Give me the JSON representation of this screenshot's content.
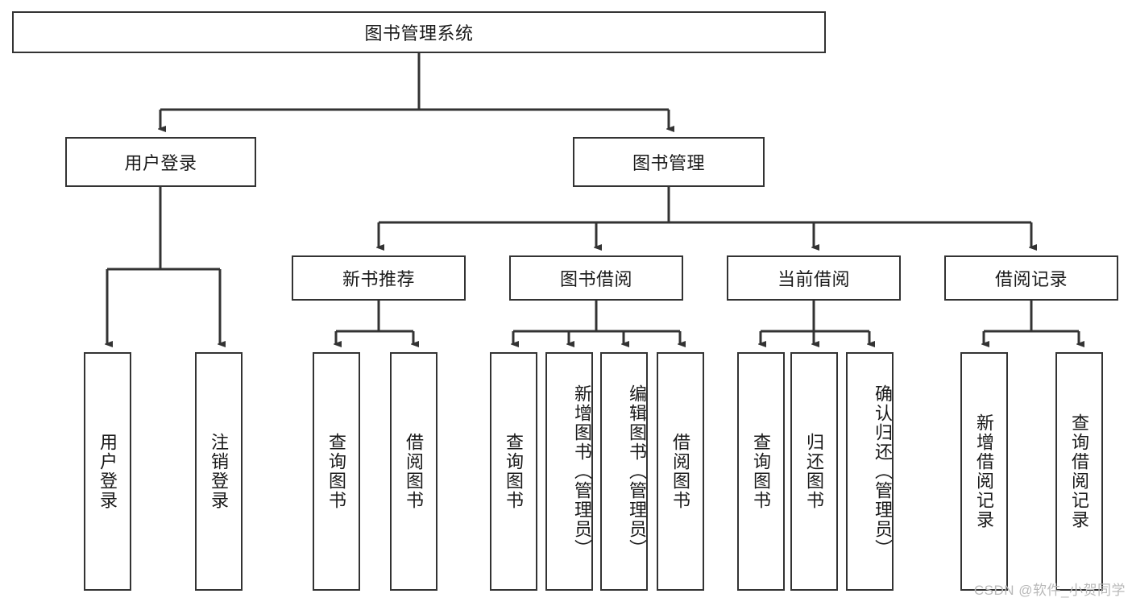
{
  "diagram": {
    "type": "tree-hierarchy",
    "title": "图书管理系统",
    "root": {
      "id": "root",
      "label": "图书管理系统"
    },
    "level1": [
      {
        "id": "user-login",
        "label": "用户登录"
      },
      {
        "id": "book-management",
        "label": "图书管理"
      }
    ],
    "level2": [
      {
        "id": "new-book-recommend",
        "label": "新书推荐",
        "parent": "book-management"
      },
      {
        "id": "book-borrow",
        "label": "图书借阅",
        "parent": "book-management"
      },
      {
        "id": "current-borrow",
        "label": "当前借阅",
        "parent": "book-management"
      },
      {
        "id": "borrow-record",
        "label": "借阅记录",
        "parent": "book-management"
      }
    ],
    "leaves": [
      {
        "id": "leaf-user-login",
        "label": "用户登录",
        "parent": "user-login"
      },
      {
        "id": "leaf-logout-login",
        "label": "注销登录",
        "parent": "user-login"
      },
      {
        "id": "leaf-query-book-1",
        "label": "查询图书",
        "parent": "new-book-recommend"
      },
      {
        "id": "leaf-borrow-book-1",
        "label": "借阅图书",
        "parent": "new-book-recommend"
      },
      {
        "id": "leaf-query-book-2",
        "label": "查询图书",
        "parent": "book-borrow"
      },
      {
        "id": "leaf-add-book",
        "label": "新增图书（管理员）",
        "parent": "book-borrow"
      },
      {
        "id": "leaf-edit-book",
        "label": "编辑图书（管理员）",
        "parent": "book-borrow"
      },
      {
        "id": "leaf-borrow-book-2",
        "label": "借阅图书",
        "parent": "book-borrow"
      },
      {
        "id": "leaf-query-book-3",
        "label": "查询图书",
        "parent": "current-borrow"
      },
      {
        "id": "leaf-return-book",
        "label": "归还图书",
        "parent": "current-borrow"
      },
      {
        "id": "leaf-confirm-return",
        "label": "确认归还（管理员）",
        "parent": "current-borrow"
      },
      {
        "id": "leaf-add-record",
        "label": "新增借阅记录",
        "parent": "borrow-record"
      },
      {
        "id": "leaf-query-record",
        "label": "查询借阅记录",
        "parent": "borrow-record"
      }
    ]
  },
  "watermark": {
    "text": "CSDN @软件_小贺同学"
  },
  "colors": {
    "stroke": "#333333",
    "box_fill": "#ffffff",
    "text": "#1a1a1a",
    "watermark": "#b9b9b9",
    "background": "#ffffff"
  }
}
